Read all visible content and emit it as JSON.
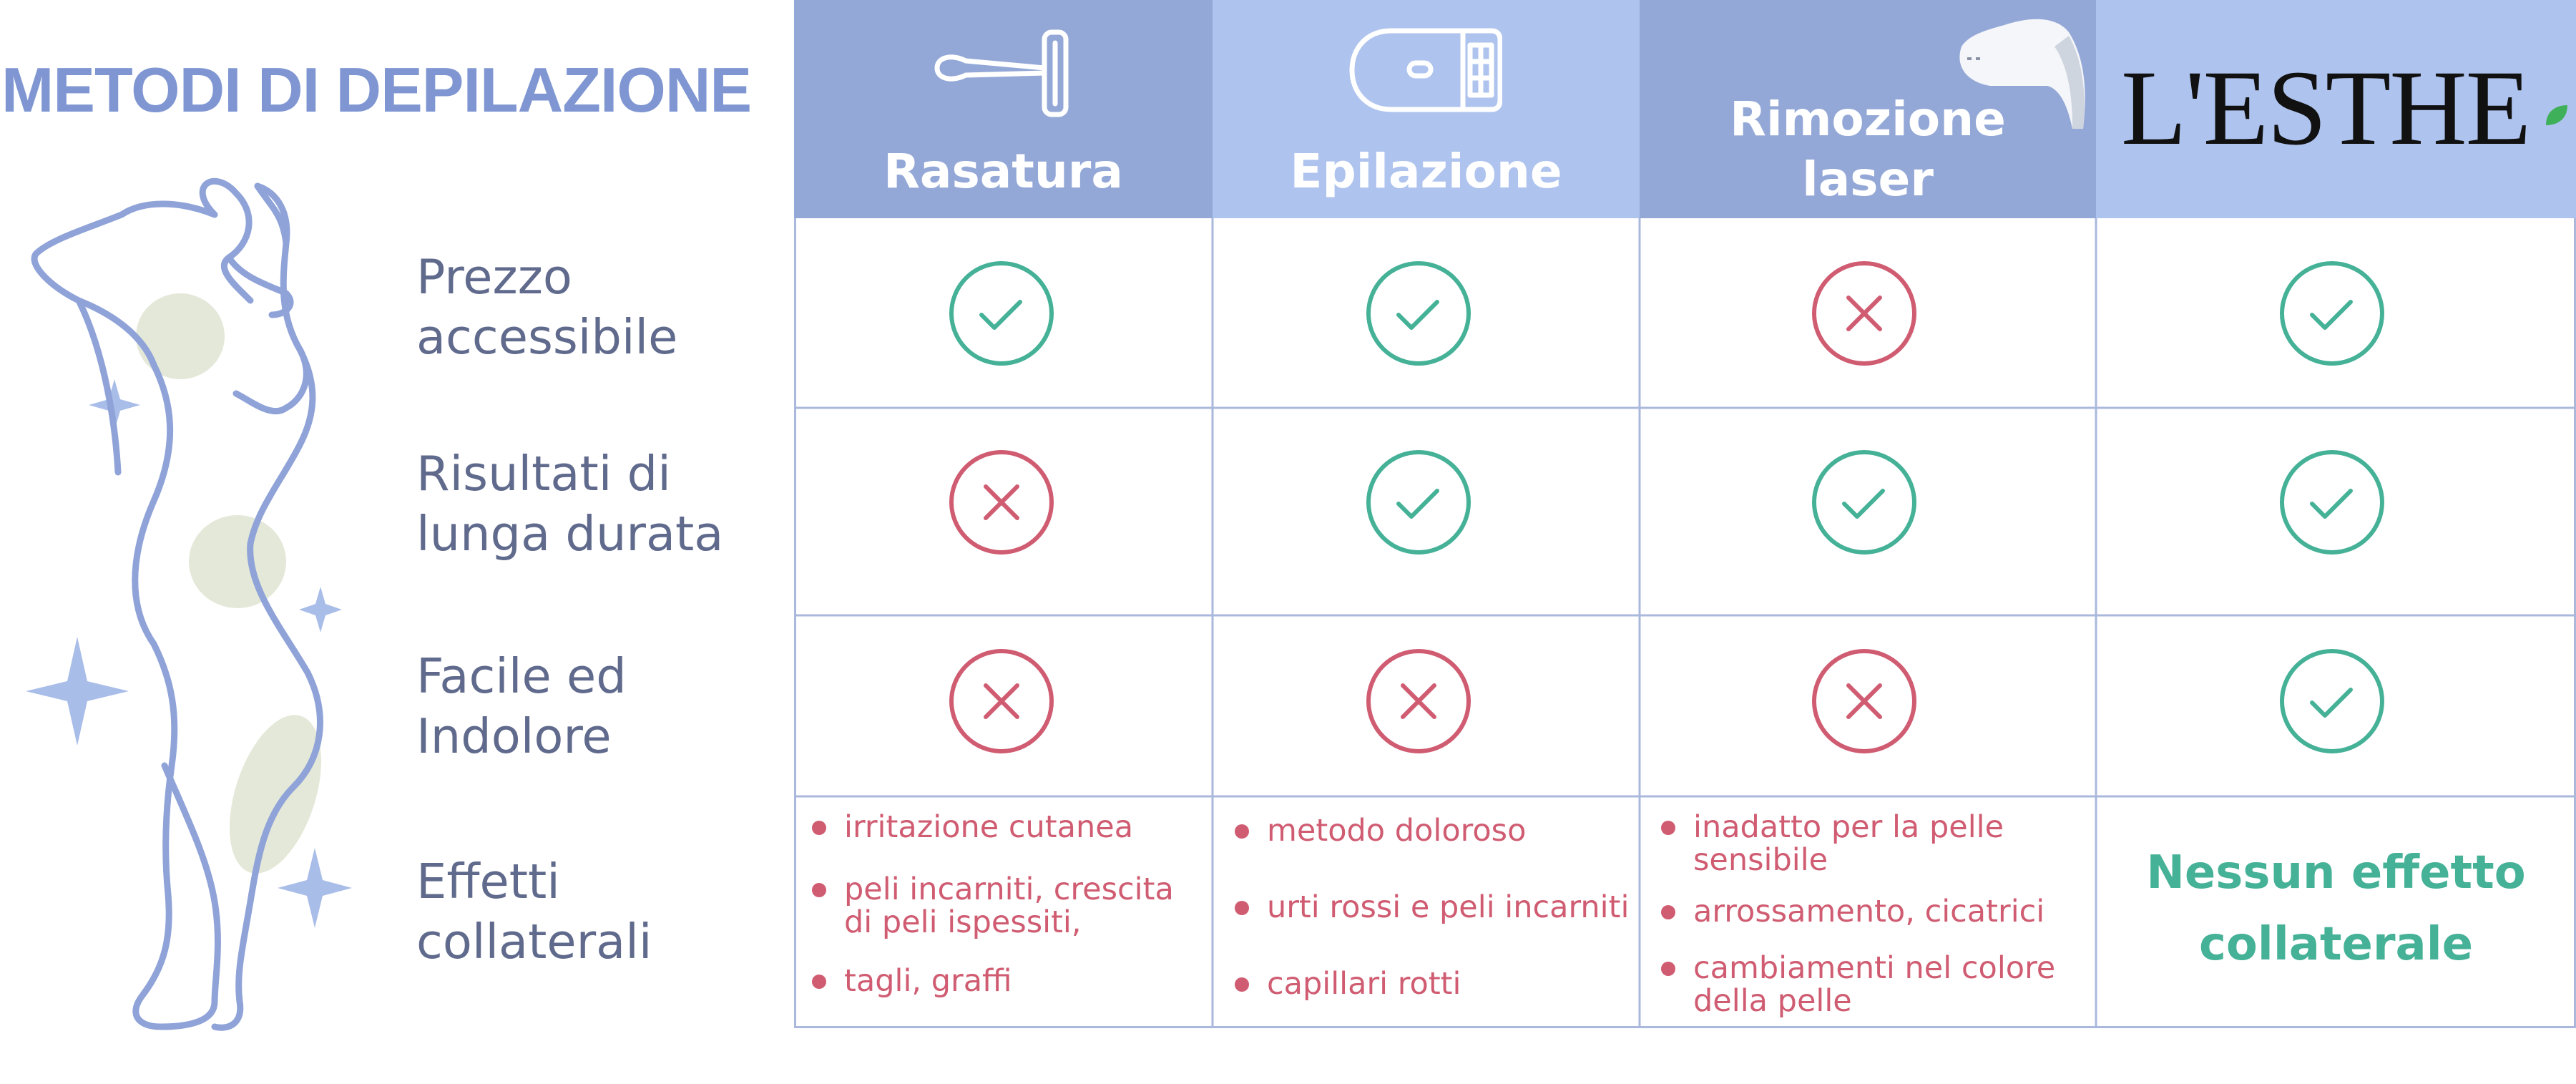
{
  "title": "METODI DI DEPILAZIONE",
  "colors": {
    "title": "#7f96d2",
    "header_dark": "#94a8d7",
    "header_light": "#aec3ee",
    "grid_line": "#aab8dc",
    "yes": "#45b197",
    "no": "#d05c72",
    "label_text": "#606a8c"
  },
  "columns": [
    {
      "label_line1": "Rasatura",
      "label_line2": "",
      "icon": "razor-icon"
    },
    {
      "label_line1": "Epilazione",
      "label_line2": "",
      "icon": "epilator-icon"
    },
    {
      "label_line1": "Rimozione",
      "label_line2": "laser",
      "icon": "laser-device-icon"
    },
    {
      "brand": "L'ESTHE",
      "icon": "leaf-icon"
    }
  ],
  "rows": [
    {
      "label_line1": "Prezzo",
      "label_line2": "accessibile",
      "values": [
        true,
        true,
        false,
        true
      ]
    },
    {
      "label_line1": "Risultati di",
      "label_line2": "lunga durata",
      "values": [
        false,
        true,
        true,
        true
      ]
    },
    {
      "label_line1": "Facile ed",
      "label_line2": "Indolore",
      "values": [
        false,
        false,
        false,
        true
      ]
    }
  ],
  "side_effects": {
    "label_line1": "Effetti",
    "label_line2": "collaterali",
    "rasatura": [
      {
        "line1": "irritazione cutanea",
        "line2": ""
      },
      {
        "line1": "peli incarniti, crescita",
        "line2": "di peli ispessiti,"
      },
      {
        "line1": "tagli, graffi",
        "line2": ""
      }
    ],
    "epilazione": [
      {
        "line1": "metodo doloroso",
        "line2": ""
      },
      {
        "line1": "urti rossi e peli incarniti",
        "line2": ""
      },
      {
        "line1": "capillari rotti",
        "line2": ""
      }
    ],
    "laser": [
      {
        "line1": "inadatto per la pelle",
        "line2": "sensibile"
      },
      {
        "line1": "arrossamento, cicatrici",
        "line2": ""
      },
      {
        "line1": "cambiamenti nel colore",
        "line2": "della pelle"
      }
    ],
    "lesthe_line1": "Nessun effetto",
    "lesthe_line2": "collaterale"
  }
}
